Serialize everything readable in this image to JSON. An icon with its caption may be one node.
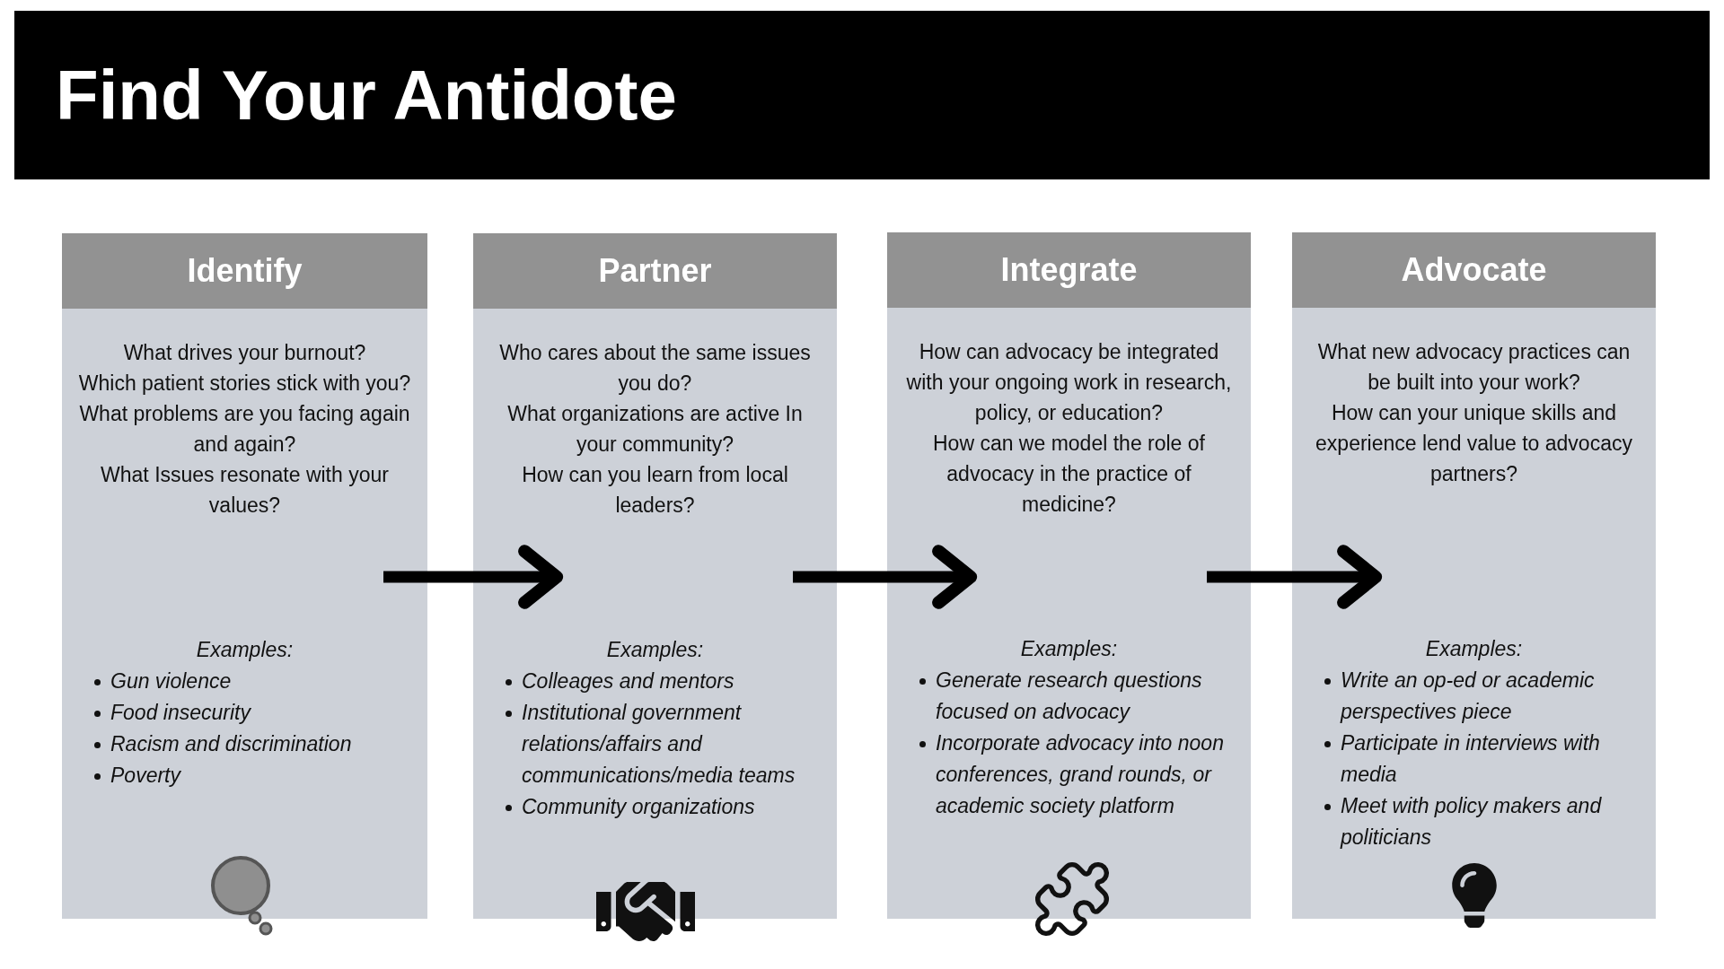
{
  "diagram": {
    "title": "Find Your Antidote",
    "nodes": [
      {
        "text": [
          "Identify",
          "What drives your burnout?",
          "Which patient stories stick with you?",
          "What problems are you facing again and again?",
          "What Issues resonate with your values?",
          "Examples:",
          "Gun violence",
          "Food insecurity",
          "Racism and discrimination",
          "Poverty"
        ]
      },
      {
        "text": [
          "Partner",
          "Who cares about the same issues you do?",
          "What organizations are active In your community?",
          "How can you learn from local leaders?",
          "Examples:",
          "Colleages and mentors",
          "Institutional government relations/affairs and communications/media teams",
          "Community organizations"
        ]
      },
      {
        "text": [
          "Integrate",
          "How can advocacy be integrated with your ongoing work in research, policy, or education?",
          "How can we model the role of advocacy in the practice of medicine?",
          "Examples:",
          "Generate research questions focused on advocacy",
          "Incorporate advocacy into noon conferences, grand rounds, or academic society platform"
        ]
      },
      {
        "text": [
          "Advocate",
          "What new advocacy practices can be built into your work?",
          "How can your unique skills and experience lend value to advocacy partners?",
          "Examples:",
          "Write an op-ed or academic perspectives piece",
          "Participate in interviews with media",
          "Meet with policy makers and politicians"
        ]
      }
    ],
    "edges": [
      {
        "from": 0,
        "to": 1,
        "arrow": "to"
      },
      {
        "from": 1,
        "to": 2,
        "arrow": "to"
      },
      {
        "from": 2,
        "to": 3,
        "arrow": "to"
      }
    ]
  }
}
